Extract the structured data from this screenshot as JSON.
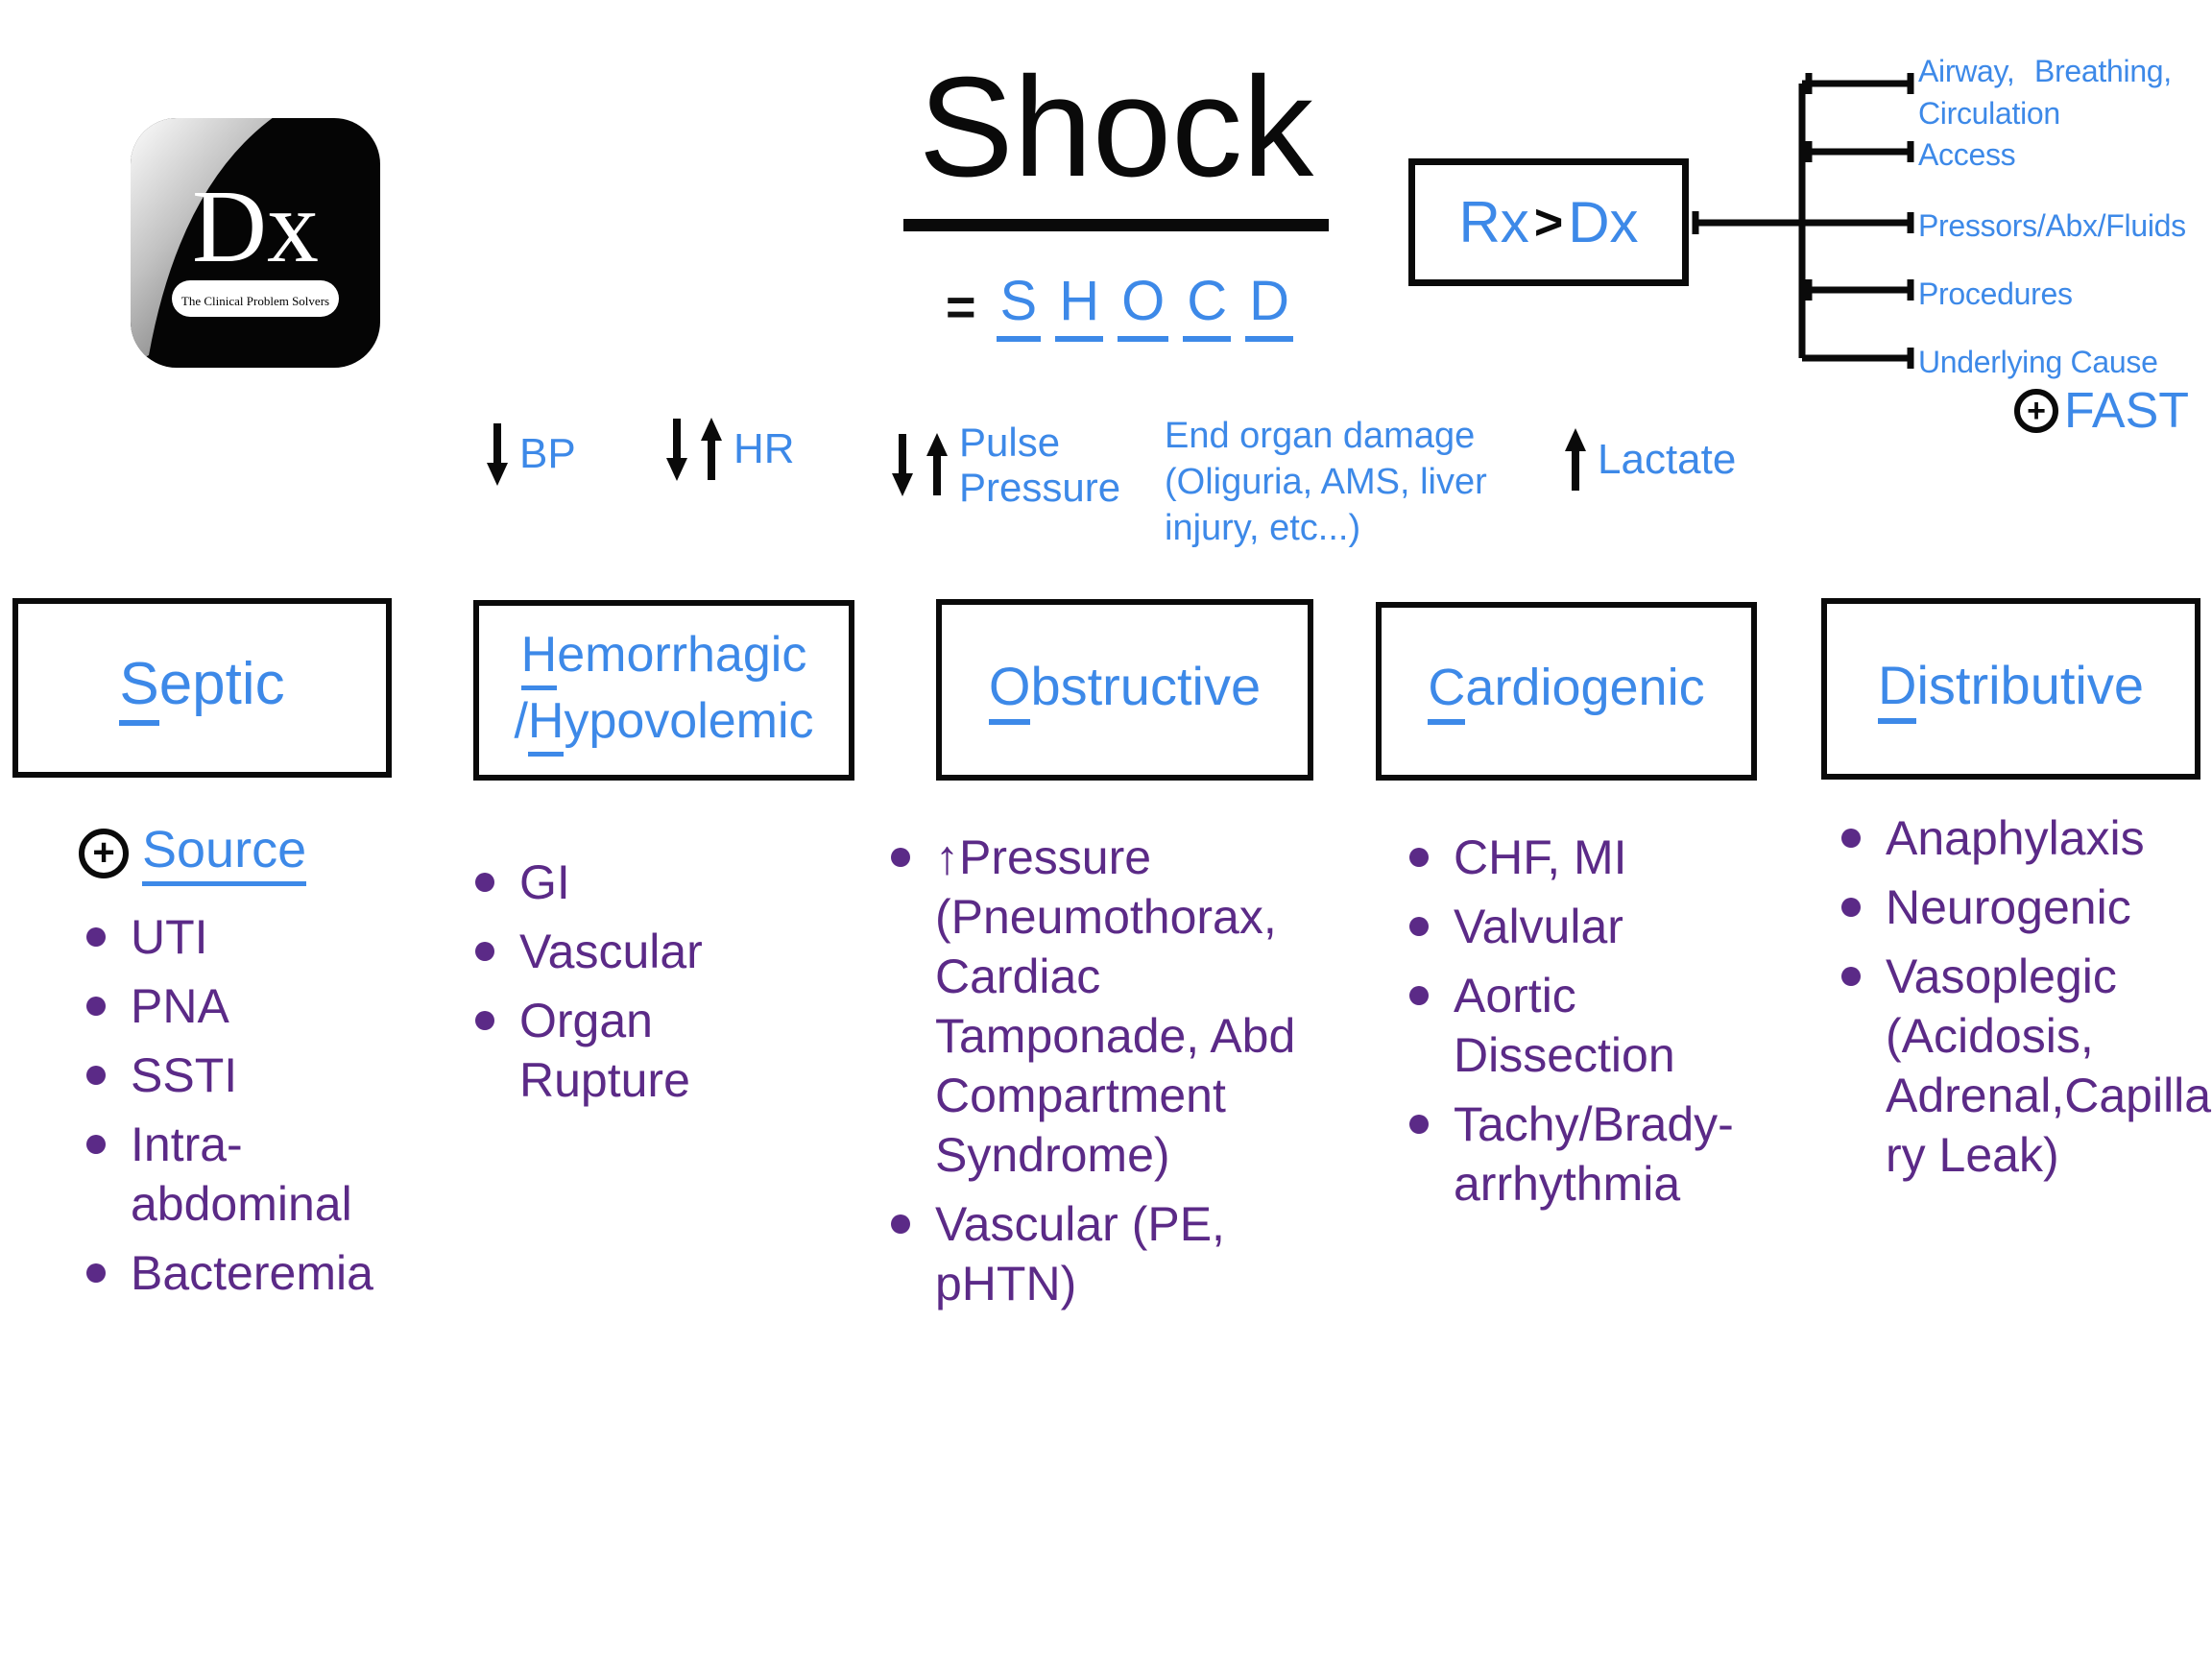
{
  "colors": {
    "blue": "#3d89e8",
    "purple": "#5b2a87",
    "black": "#0a0a0a"
  },
  "logo": {
    "monogram": "Dx",
    "tagline": "The Clinical Problem Solvers"
  },
  "title": "Shock",
  "acronym": {
    "equals": "=",
    "letters": [
      "S",
      "H",
      "O",
      "C",
      "D"
    ]
  },
  "rx_dx": {
    "rx": "Rx",
    "gt": ">",
    "dx": "Dx"
  },
  "resuscitation": {
    "branches": [
      {
        "lines": [
          "Airway,  Breathing,",
          "Circulation"
        ]
      },
      {
        "lines": [
          "Access"
        ]
      },
      {
        "lines": [
          "Pressors/Abx/Fluids"
        ]
      },
      {
        "lines": [
          "Procedures"
        ]
      },
      {
        "lines": [
          "Underlying Cause"
        ]
      }
    ],
    "fast": {
      "plus": "+",
      "label": "FAST"
    }
  },
  "vitals": {
    "bp": {
      "direction": "down",
      "label": "BP"
    },
    "hr": {
      "direction": "down-up",
      "label": "HR"
    },
    "pulse_pressure": {
      "direction": "down-up",
      "lines": [
        "Pulse",
        "Pressure"
      ]
    },
    "end_organ": {
      "lines": [
        "End organ damage",
        "(Oliguria, AMS, liver",
        "injury, etc...)"
      ]
    },
    "lactate": {
      "direction": "up",
      "label": "Lactate"
    }
  },
  "categories": [
    {
      "name": "Septic",
      "header": {
        "u": "S",
        "rest": "eptic"
      },
      "source": {
        "plus": "+",
        "label": "Source"
      },
      "items": [
        "UTI",
        "PNA",
        "SSTI",
        "Intra-abdominal",
        "Bacteremia"
      ]
    },
    {
      "name": "Hemorrhagic/Hypovolemic",
      "header": {
        "line1": {
          "u": "H",
          "rest": "emorrhagic"
        },
        "line2": {
          "pre": "/",
          "u": "H",
          "rest": "ypovolemic"
        }
      },
      "items": [
        "GI",
        "Vascular",
        "Organ Rupture"
      ]
    },
    {
      "name": "Obstructive",
      "header": {
        "u": "O",
        "rest": "bstructive"
      },
      "items": [
        "↑Pressure (Pneumothorax, Cardiac Tamponade, Abd Compartment Syndrome)",
        "Vascular (PE, pHTN)"
      ]
    },
    {
      "name": "Cardiogenic",
      "header": {
        "u": "C",
        "rest": "ardiogenic"
      },
      "items": [
        "CHF, MI",
        "Valvular",
        "Aortic Dissection",
        "Tachy/Brady-arrhythmia"
      ]
    },
    {
      "name": "Distributive",
      "header": {
        "u": "D",
        "rest": "istributive"
      },
      "items": [
        "Anaphylaxis",
        "Neurogenic",
        "Vasoplegic (Acidosis, Adrenal,Capillary Leak)"
      ]
    }
  ]
}
